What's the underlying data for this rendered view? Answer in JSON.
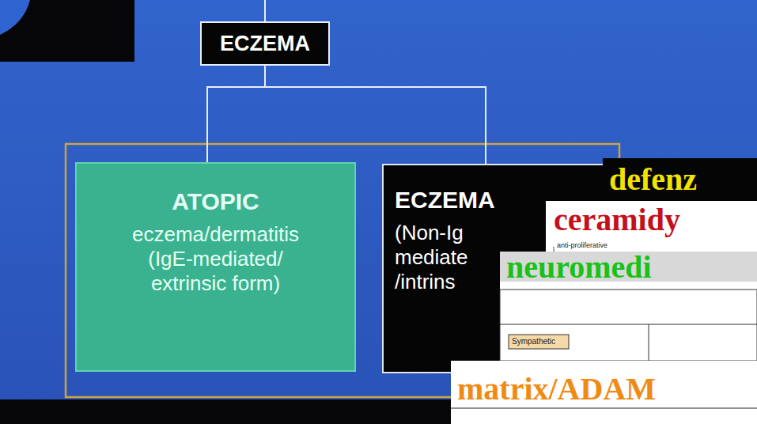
{
  "diagram": {
    "nodes": [
      {
        "text": [
          "ECZEMA"
        ]
      },
      {
        "text": [
          "ATOPIC",
          "eczema/dermatitis (IgE-mediated/ extrinsic form)"
        ]
      },
      {
        "text": [
          "ECZEMA",
          "(Non-Ig mediate /intrins"
        ]
      }
    ],
    "edges": [
      {
        "from": 0,
        "to": 1,
        "arrow": "none"
      },
      {
        "from": 0,
        "to": 2,
        "arrow": "none"
      }
    ],
    "labels": [
      "defenz",
      "ceramidy",
      "anti-proliferative",
      "neuromedi",
      "Sympathetic",
      "matrix/ADAM"
    ]
  }
}
